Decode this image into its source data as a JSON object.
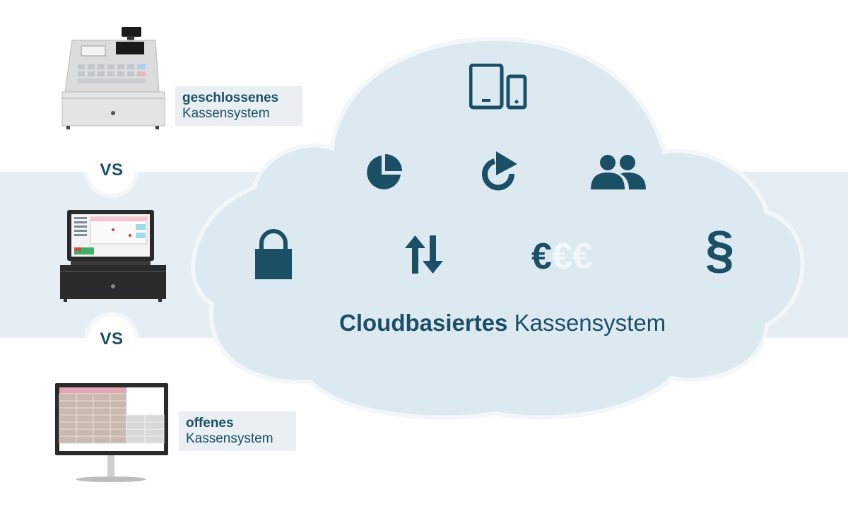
{
  "devices": {
    "closed": {
      "label_bold": "geschlossenes",
      "label_regular": "Kassensystem"
    },
    "open": {
      "label_bold": "offenes",
      "label_regular": "Kassensystem"
    }
  },
  "vs_labels": [
    "VS",
    "VS"
  ],
  "cloud": {
    "title_bold": "Cloudbasiertes",
    "title_regular": "Kassensystem",
    "euro_symbol": "€",
    "euro_faded": "€€",
    "paragraph_symbol": "§",
    "icons": [
      "tablet-phone-icon",
      "pie-chart-icon",
      "refresh-icon",
      "users-icon",
      "lock-icon",
      "up-down-arrows-icon",
      "euro-icon",
      "paragraph-icon"
    ]
  },
  "colors": {
    "primary": "#1b4f66",
    "band": "#e5eef4",
    "cloud": "#dde9f1",
    "label_bg": "#e9eff3"
  }
}
